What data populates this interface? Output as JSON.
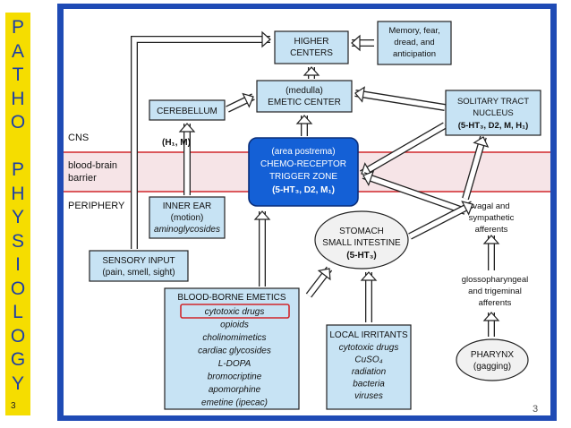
{
  "sidebar": {
    "letters": [
      "P",
      "A",
      "T",
      "H",
      "O",
      "",
      "P",
      "H",
      "Y",
      "S",
      "I",
      "O",
      "L",
      "O",
      "G",
      "Y"
    ],
    "slide_number": "3"
  },
  "page_number": "3",
  "zones": {
    "cns": "CNS",
    "bbb_line1": "blood-brain",
    "bbb_line2": "barrier",
    "periphery": "PERIPHERY"
  },
  "colors": {
    "frame": "#1f4bb5",
    "box_fill": "#c7e3f4",
    "ctz_fill": "#1460d6",
    "barrier_line": "#d0262b",
    "barrier_band": "#f6e4e7",
    "sidebar": "#f5dd00",
    "sidebar_text": "#1c3fa6",
    "highlight": "#d0262b"
  },
  "nodes": {
    "higher_centers": [
      "HIGHER",
      "CENTERS"
    ],
    "memory": [
      "Memory, fear,",
      "dread, and",
      "anticipation"
    ],
    "emetic_center": [
      "(medulla)",
      "EMETIC CENTER"
    ],
    "cerebellum": [
      "CEREBELLUM"
    ],
    "solitary": [
      "SOLITARY TRACT",
      "NUCLEUS"
    ],
    "solitary_receptors": "(5-HT₃, D2, M, H₁)",
    "ctz": [
      "(area postrema)",
      "CHEMO-RECEPTOR",
      "TRIGGER ZONE"
    ],
    "ctz_receptors": "(5-HT₃, D2, M₁)",
    "h1m": "(H₁,   M)",
    "inner_ear": [
      "INNER EAR",
      "(motion)",
      "aminoglycosides"
    ],
    "stomach": [
      "STOMACH",
      "SMALL INTESTINE"
    ],
    "stomach_receptor": "(5-HT₃)",
    "vagal": [
      "vagal and",
      "sympathetic",
      "afferents"
    ],
    "sensory": [
      "SENSORY INPUT",
      "(pain, smell, sight)"
    ],
    "glosso": [
      "glossopharyngeal",
      "and trigeminal",
      "afferents"
    ],
    "blood_borne_title": "BLOOD-BORNE EMETICS",
    "blood_borne_items": [
      "cytotoxic drugs",
      "opioids",
      "cholinomimetics",
      "cardiac glycosides",
      "L-DOPA",
      "bromocriptine",
      "apomorphine",
      "emetine (ipecac)"
    ],
    "local_title": "LOCAL IRRITANTS",
    "local_items": [
      "cytotoxic drugs",
      "CuSO₄",
      "radiation",
      "bacteria",
      "viruses"
    ],
    "pharynx": [
      "PHARYNX",
      "(gagging)"
    ]
  }
}
